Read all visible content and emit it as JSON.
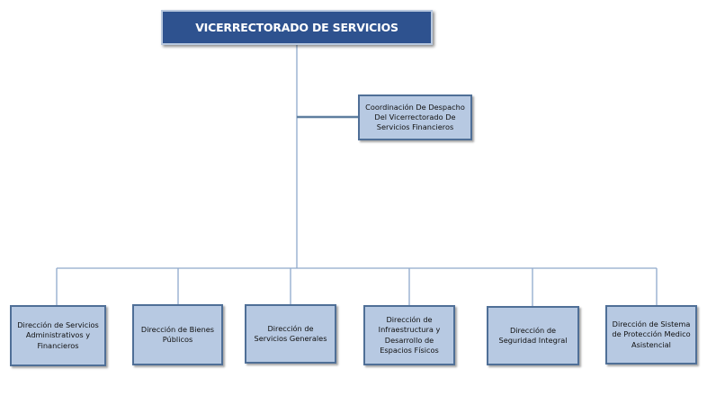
{
  "org_chart": {
    "root": {
      "label": "VICERRECTORADO DE SERVICIOS"
    },
    "advisory": {
      "label": "Coordinación De Despacho Del Vicerrectorado De Servicios Financieros"
    },
    "units": [
      {
        "label": "Dirección de Servicios Administrativos y Financieros"
      },
      {
        "label": "Dirección de Bienes Públicos"
      },
      {
        "label": "Dirección de Servicios Generales"
      },
      {
        "label": "Dirección de Infraestructura y Desarrollo de Espacios Físicos"
      },
      {
        "label": "Dirección de Seguridad Integral"
      },
      {
        "label": "Dirección de Sistema de Protección Medico Asistencial"
      }
    ]
  },
  "colors": {
    "root_fill": "#2e528f",
    "root_border": "#b8c8de",
    "unit_fill": "#b7c9e2",
    "unit_border": "#4f6f97",
    "connector": "#8fa9cb",
    "advisory_connector": "#5f7f9f"
  }
}
